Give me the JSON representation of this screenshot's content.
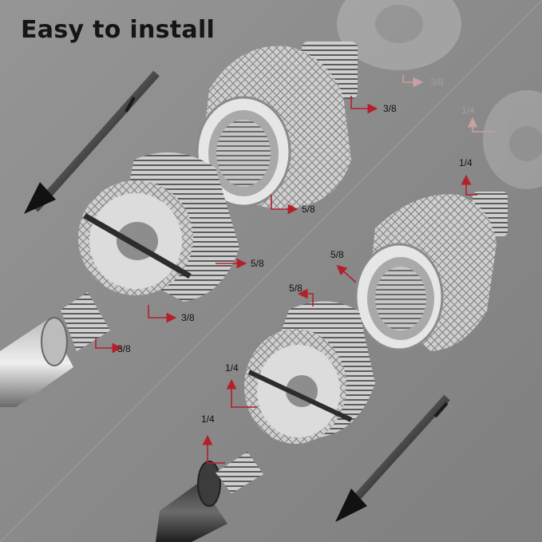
{
  "heading": "Easy to install",
  "labels": {
    "top_ghost_3_8": "3/8",
    "top_adapter_3_8": "3/8",
    "top_adapter_5_8": "5/8",
    "left_ring_5_8": "5/8",
    "left_ring_3_8": "3/8",
    "left_stand_3_8": "3/8",
    "right_ghost_1_4": "1/4",
    "right_adapter_1_4": "1/4",
    "right_adapter_5_8": "5/8",
    "right_ring_5_8": "5/8",
    "right_ring_1_4": "1/4",
    "right_stand_1_4": "1/4"
  },
  "colors": {
    "background": "#8a8a8a",
    "arrow_red": "#b3202a",
    "heading_text": "#151515"
  }
}
